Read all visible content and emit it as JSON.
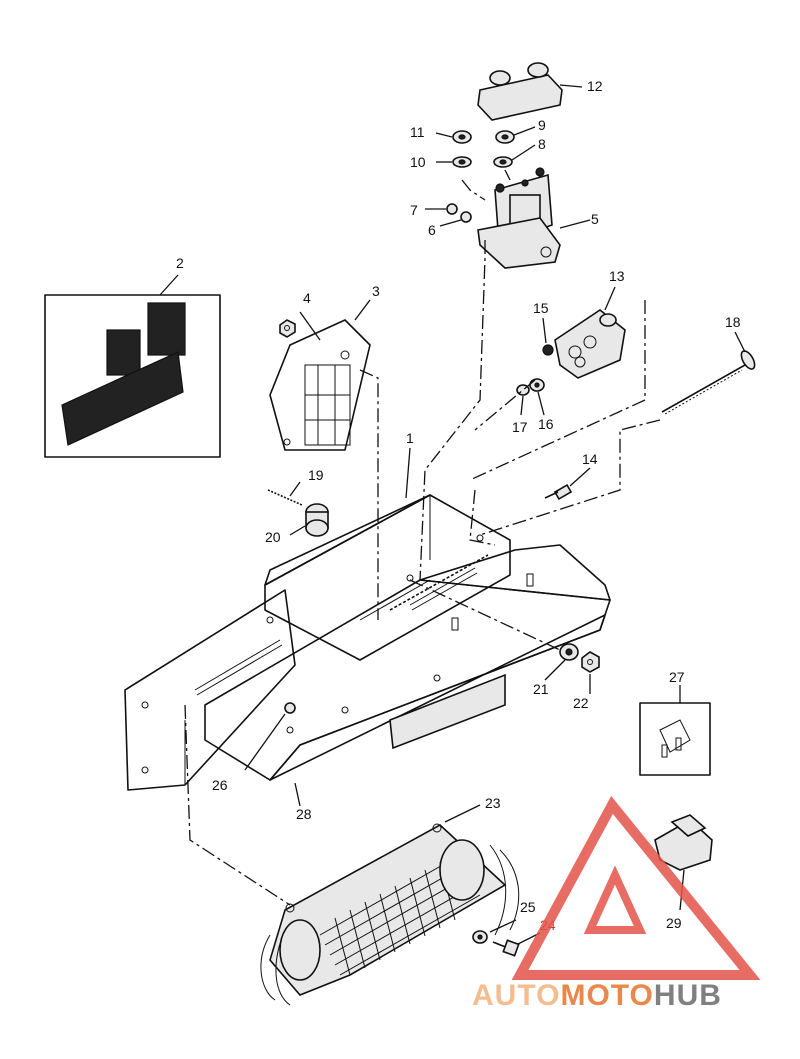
{
  "callouts": [
    "1",
    "2",
    "3",
    "4",
    "5",
    "6",
    "7",
    "8",
    "9",
    "10",
    "11",
    "12",
    "13",
    "14",
    "15",
    "16",
    "17",
    "18",
    "19",
    "20",
    "21",
    "22",
    "23",
    "24",
    "25",
    "26",
    "27",
    "28",
    "29"
  ],
  "watermark": {
    "part1": "AUTO",
    "part2": "MOTO",
    "part3": "HUB",
    "color_light": "#f3b27c",
    "color_mid": "#e8742a",
    "color_dark": "#6b6b6b",
    "logo_color": "#e3534a"
  }
}
